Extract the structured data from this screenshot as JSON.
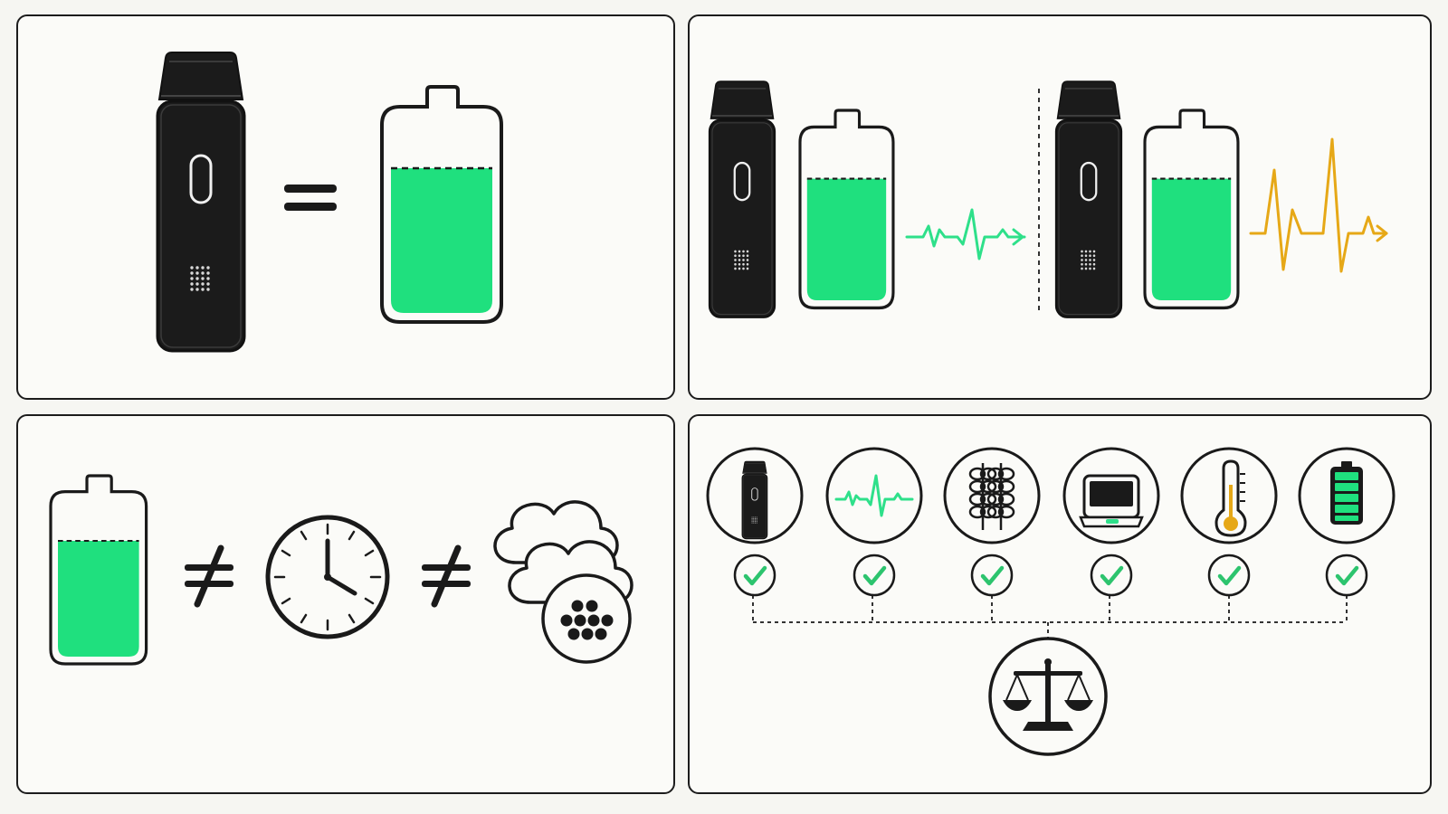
{
  "colors": {
    "ink": "#1a1a1a",
    "device": "#1b1b1b",
    "charge_green": "#1fe07e",
    "pulse_green": "#2ee08a",
    "pulse_amber": "#e6a817",
    "check_green": "#2dc46e",
    "background": "#f6f6f2"
  },
  "panels": {
    "equivalence": {
      "left_icon": "vape-pod-icon",
      "operator_icon": "equals-icon",
      "right_icon": "battery-icon",
      "battery_level": 0.72
    },
    "comparison": {
      "items": [
        {
          "device_icon": "vape-pod-icon",
          "battery_level": 0.72,
          "signal_icon": "small-pulse-arrow-icon",
          "signal_color": "#2ee08a"
        },
        {
          "device_icon": "vape-pod-icon",
          "battery_level": 0.72,
          "signal_icon": "large-pulse-arrow-icon",
          "signal_color": "#e6a817"
        }
      ],
      "divider": "dashed-divider"
    },
    "inequality": {
      "icons": [
        "battery-icon",
        "not-equal-icon",
        "clock-icon",
        "not-equal-icon",
        "vapor-cloud-icon"
      ],
      "battery_level": 0.72
    },
    "checklist": {
      "factors": [
        {
          "icon": "vape-pod-icon",
          "checked": true
        },
        {
          "icon": "pulse-icon",
          "checked": true
        },
        {
          "icon": "coil-icon",
          "checked": true
        },
        {
          "icon": "device-screen-icon",
          "checked": true
        },
        {
          "icon": "thermometer-icon",
          "checked": true
        },
        {
          "icon": "full-battery-icon",
          "checked": true
        }
      ],
      "result_icon": "balance-scale-icon"
    }
  }
}
